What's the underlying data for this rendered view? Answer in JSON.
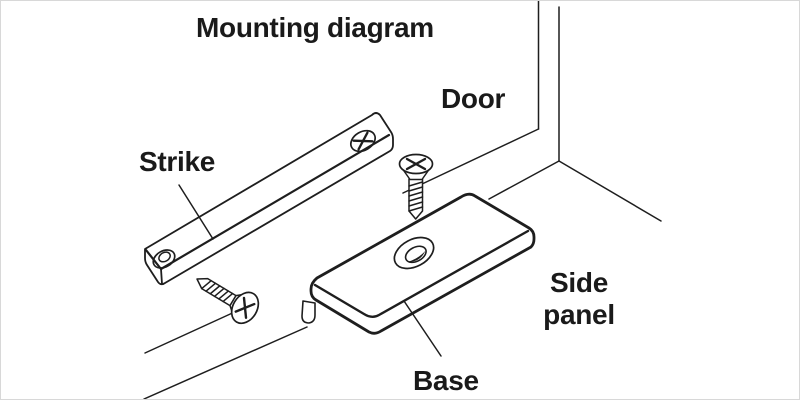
{
  "figure": {
    "title": "Mounting diagram",
    "labels": {
      "door": "Door",
      "strike": "Strike",
      "side_panel": "Side panel",
      "base": "Base"
    },
    "components": [
      "door-panel-edge",
      "side-panel-surface",
      "strike-plate",
      "base-plate",
      "countersunk-screw-vertical",
      "countersunk-screw-angled"
    ],
    "colors": {
      "line": "#1e1e1e",
      "text": "#1a1a1a",
      "background": "#ffffff"
    }
  }
}
